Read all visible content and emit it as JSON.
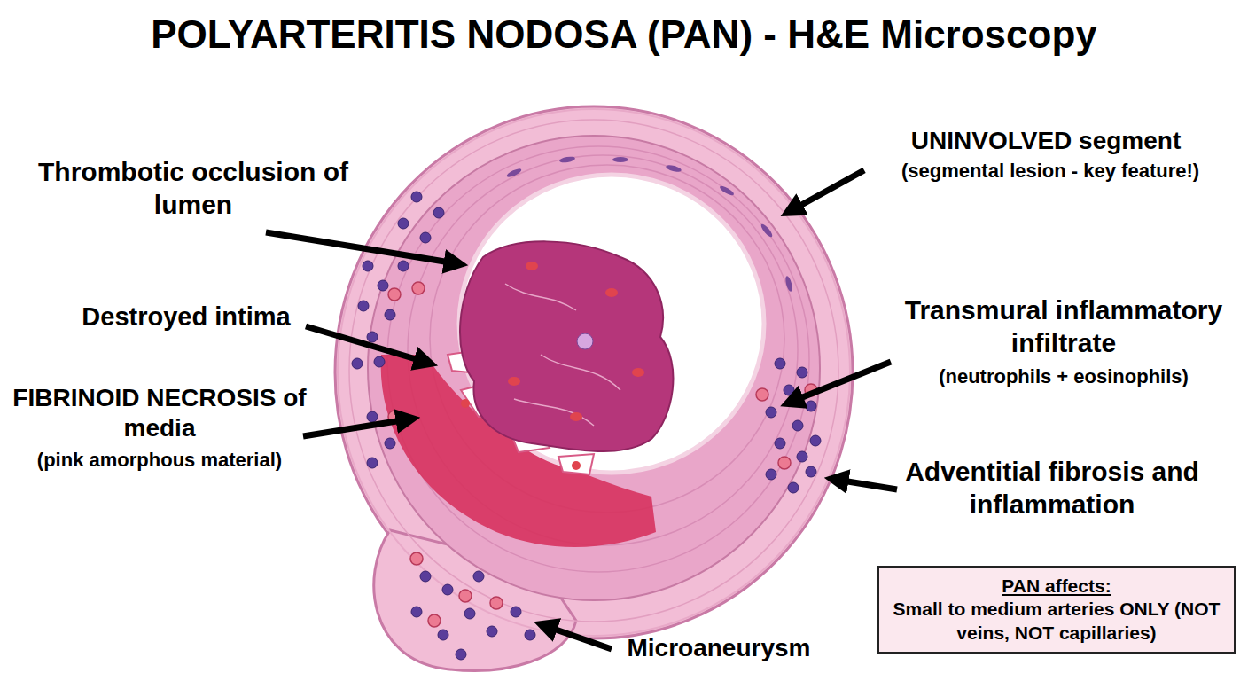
{
  "diagram": {
    "title": "POLYARTERITIS NODOSA (PAN) - H&E Microscopy",
    "nodes": [
      {
        "text": [
          "PAN affects:",
          "Small to medium arteries ONLY (NOT veins, NOT capillaries)"
        ]
      }
    ],
    "labels": [
      "Thrombotic occlusion of lumen",
      "UNINVOLVED segment",
      "(segmental lesion - key feature!)",
      "Destroyed intima",
      "Transmural inflammatory infiltrate",
      "(neutrophils + eosinophils)",
      "FIBRINOID NECROSIS of media",
      "(pink amorphous material)",
      "Adventitial fibrosis and inflammation",
      "Microaneurysm"
    ]
  }
}
